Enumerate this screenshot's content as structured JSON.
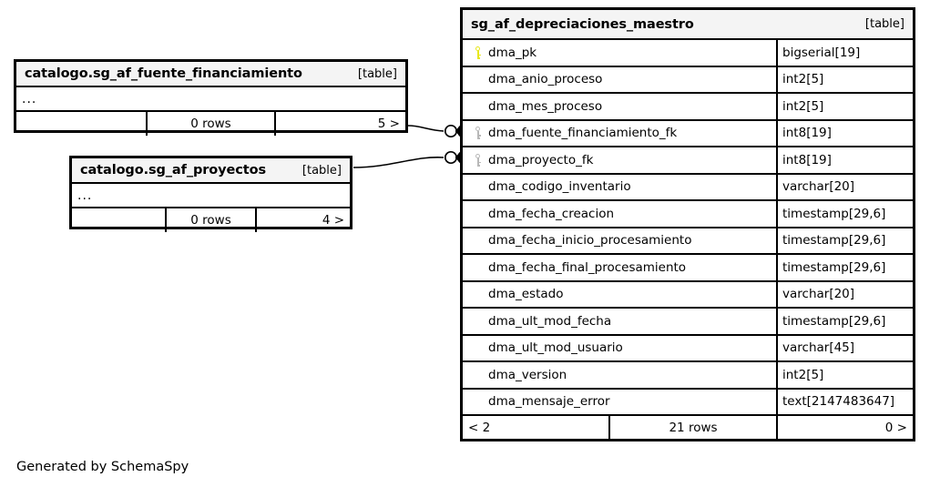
{
  "diagram": {
    "caption": "Generated by SchemaSpy",
    "kind_label": "[table]"
  },
  "main_table": {
    "name": "sg_af_depreciaciones_maestro",
    "kind": "[table]",
    "columns": [
      {
        "key": "pk",
        "key_icon": "key-icon-primary",
        "name": "dma_pk",
        "type": "bigserial[19]"
      },
      {
        "key": "none",
        "key_icon": "",
        "name": "dma_anio_proceso",
        "type": "int2[5]"
      },
      {
        "key": "none",
        "key_icon": "",
        "name": "dma_mes_proceso",
        "type": "int2[5]"
      },
      {
        "key": "fk",
        "key_icon": "key-icon-foreign",
        "name": "dma_fuente_financiamiento_fk",
        "type": "int8[19]"
      },
      {
        "key": "fk",
        "key_icon": "key-icon-foreign",
        "name": "dma_proyecto_fk",
        "type": "int8[19]"
      },
      {
        "key": "none",
        "key_icon": "",
        "name": "dma_codigo_inventario",
        "type": "varchar[20]"
      },
      {
        "key": "none",
        "key_icon": "",
        "name": "dma_fecha_creacion",
        "type": "timestamp[29,6]"
      },
      {
        "key": "none",
        "key_icon": "",
        "name": "dma_fecha_inicio_procesamiento",
        "type": "timestamp[29,6]"
      },
      {
        "key": "none",
        "key_icon": "",
        "name": "dma_fecha_final_procesamiento",
        "type": "timestamp[29,6]"
      },
      {
        "key": "none",
        "key_icon": "",
        "name": "dma_estado",
        "type": "varchar[20]"
      },
      {
        "key": "none",
        "key_icon": "",
        "name": "dma_ult_mod_fecha",
        "type": "timestamp[29,6]"
      },
      {
        "key": "none",
        "key_icon": "",
        "name": "dma_ult_mod_usuario",
        "type": "varchar[45]"
      },
      {
        "key": "none",
        "key_icon": "",
        "name": "dma_version",
        "type": "int2[5]"
      },
      {
        "key": "none",
        "key_icon": "",
        "name": "dma_mensaje_error",
        "type": "text[2147483647]"
      }
    ],
    "footer": {
      "left": "< 2",
      "middle": "21 rows",
      "right": "0 >"
    }
  },
  "related_tables": [
    {
      "name": "catalogo.sg_af_fuente_financiamiento",
      "kind": "[table]",
      "ellipsis": "...",
      "footer": {
        "left": "",
        "middle": "0 rows",
        "right": "5 >"
      }
    },
    {
      "name": "catalogo.sg_af_proyectos",
      "kind": "[table]",
      "ellipsis": "...",
      "footer": {
        "left": "",
        "middle": "0 rows",
        "right": "4 >"
      }
    }
  ],
  "relationships": [
    {
      "from": "catalogo.sg_af_fuente_financiamiento",
      "to_column": "dma_fuente_financiamiento_fk",
      "notation": "zero-or-many"
    },
    {
      "from": "catalogo.sg_af_proyectos",
      "to_column": "dma_proyecto_fk",
      "notation": "zero-or-many"
    }
  ],
  "colors": {
    "header_bg": "#f4f4f4",
    "border": "#000000",
    "pk_key": "#e8e81e",
    "fk_key": "#b8b8b8",
    "background": "#ffffff"
  }
}
